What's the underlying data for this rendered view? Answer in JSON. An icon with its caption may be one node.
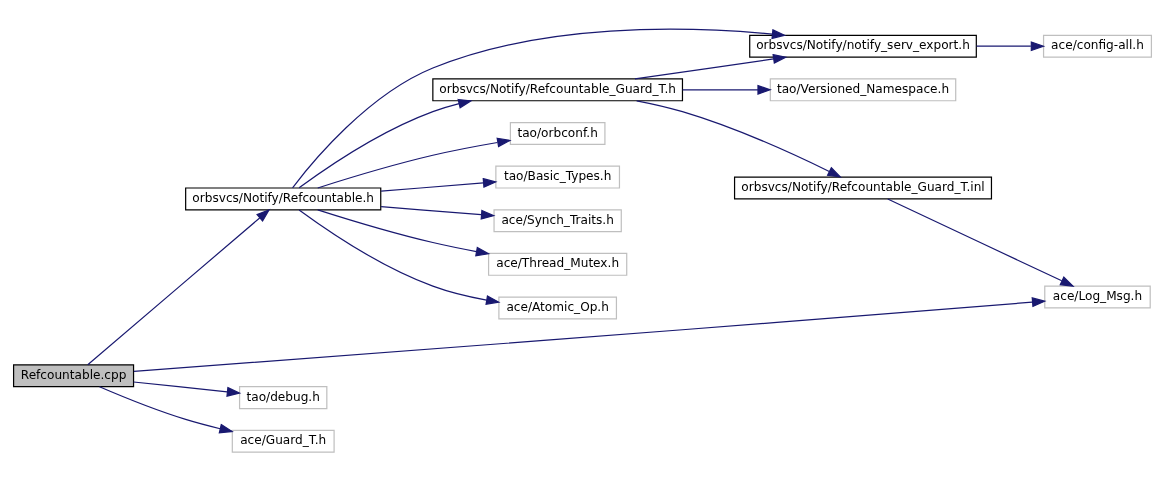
{
  "diagram": {
    "nodes": [
      {
        "text": [
          "Refcountable.cpp"
        ]
      },
      {
        "text": [
          "orbsvcs/Notify/Refcountable.h"
        ]
      },
      {
        "text": [
          "orbsvcs/Notify/notify_serv_export.h"
        ]
      },
      {
        "text": [
          "ace/config-all.h"
        ]
      },
      {
        "text": [
          "orbsvcs/Notify/Refcountable_Guard_T.h"
        ]
      },
      {
        "text": [
          "tao/Versioned_Namespace.h"
        ]
      },
      {
        "text": [
          "orbsvcs/Notify/Refcountable_Guard_T.inl"
        ]
      },
      {
        "text": [
          "ace/Log_Msg.h"
        ]
      },
      {
        "text": [
          "tao/orbconf.h"
        ]
      },
      {
        "text": [
          "tao/Basic_Types.h"
        ]
      },
      {
        "text": [
          "ace/Synch_Traits.h"
        ]
      },
      {
        "text": [
          "ace/Thread_Mutex.h"
        ]
      },
      {
        "text": [
          "ace/Atomic_Op.h"
        ]
      },
      {
        "text": [
          "tao/debug.h"
        ]
      },
      {
        "text": [
          "ace/Guard_T.h"
        ]
      }
    ],
    "edges": [
      {
        "from": 0,
        "to": 1,
        "arrow": "to"
      },
      {
        "from": 0,
        "to": 7,
        "arrow": "to"
      },
      {
        "from": 0,
        "to": 13,
        "arrow": "to"
      },
      {
        "from": 0,
        "to": 14,
        "arrow": "to"
      },
      {
        "from": 1,
        "to": 2,
        "arrow": "to"
      },
      {
        "from": 1,
        "to": 4,
        "arrow": "to"
      },
      {
        "from": 1,
        "to": 8,
        "arrow": "to"
      },
      {
        "from": 1,
        "to": 9,
        "arrow": "to"
      },
      {
        "from": 1,
        "to": 10,
        "arrow": "to"
      },
      {
        "from": 1,
        "to": 11,
        "arrow": "to"
      },
      {
        "from": 1,
        "to": 12,
        "arrow": "to"
      },
      {
        "from": 2,
        "to": 3,
        "arrow": "to"
      },
      {
        "from": 4,
        "to": 2,
        "arrow": "to"
      },
      {
        "from": 4,
        "to": 5,
        "arrow": "to"
      },
      {
        "from": 4,
        "to": 6,
        "arrow": "to"
      },
      {
        "from": 6,
        "to": 7,
        "arrow": "to"
      }
    ]
  }
}
